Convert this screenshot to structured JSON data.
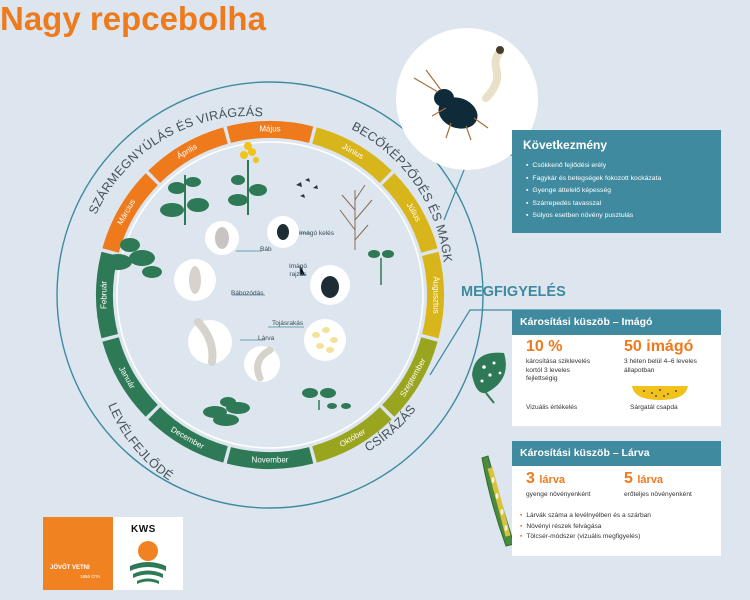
{
  "title": "Nagy repcebolha",
  "phases": {
    "szarmegnyulas": "SZÁRMEGNYÚLÁS ÉS VIRÁGZÁS",
    "becokepzodes": "BECŐKÉPZŐDÉS ÉS MAGKÉPZÉS",
    "levelfejlodes": "LEVÉLFEJLŐDÉS",
    "csirazas": "CSÍRÁZÁS"
  },
  "months": [
    "Május",
    "Június",
    "Július",
    "Augusztus",
    "Szeptember",
    "Október",
    "November",
    "December",
    "Január",
    "Február",
    "Március",
    "Április"
  ],
  "stages": {
    "imago_keles": "Imágó kelés",
    "bab": "Báb",
    "imago_rajzas": "Imágó rajzás",
    "babozodas": "Bábozódás",
    "tojasrakas": "Tojásrakás",
    "larva": "Lárva"
  },
  "kovetkezmeny": {
    "title": "Következmény",
    "items": [
      "Csökkenő fejlődési erély",
      "Fagykár és betegségek fokozott kockázata",
      "Gyenge áttelelő képesség",
      "Szárrepedés tavasszal",
      "Súlyos esetben növény pusztulás"
    ]
  },
  "megfigyeles": "MEGFIGYELÉS",
  "imago_box": {
    "title": "Károsítási küszöb – Imágó",
    "left_big": "10 %",
    "left_text": "károsítása sziklevelés kortól 3 leveles fejlettségig",
    "right_big": "50 imágó",
    "right_text": "3 héten belül 4–6 leveles állapotban",
    "left_method": "Vizuális értékelés",
    "right_method": "Sárgatál csapda"
  },
  "larva_box": {
    "title": "Károsítási küszöb – Lárva",
    "left_big_num": "3",
    "left_big_unit": "lárva",
    "left_text": "gyenge növényenként",
    "right_big_num": "5",
    "right_big_unit": "lárva",
    "right_text": "erőteljes növényenként",
    "bullets": [
      "Lárvák száma a levélnyélben és a szárban",
      "Növényi részek felvágása",
      "Tölcsér-módszer (vizuális megfigyelés)"
    ]
  },
  "logo": {
    "tagline": "JÖVŐT VETNI",
    "years": "1856 ÓTA",
    "brand": "KWS"
  },
  "colors": {
    "orange": "#ee7a1c",
    "yellow": "#d9b51c",
    "olive": "#9aa51f",
    "green": "#2f7a56",
    "teal": "#3f8a9f",
    "background": "#dde6ef"
  }
}
